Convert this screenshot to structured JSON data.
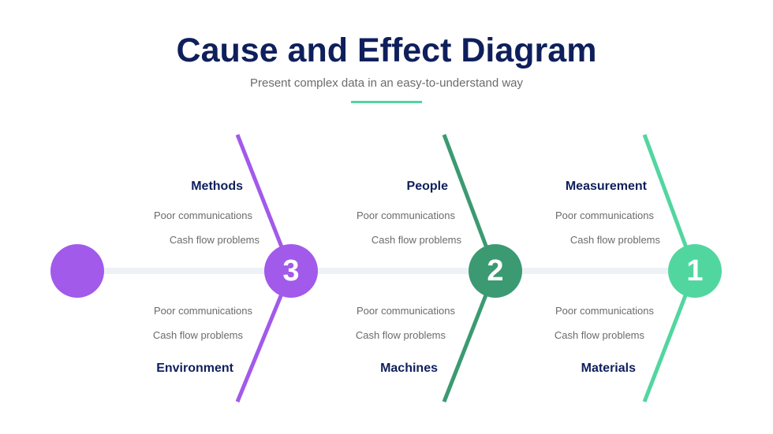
{
  "title": "Cause and Effect Diagram",
  "subtitle": "Present complex data in an easy-to-understand way",
  "colors": {
    "purple": "#a25aea",
    "green": "#3b9a72",
    "mint": "#52d6a0",
    "spine": "#eef1f5",
    "navy": "#0f1f5c"
  },
  "categories": [
    {
      "number": "3",
      "top_label": "Methods",
      "top_items": [
        "Poor communications",
        "Cash flow problems"
      ],
      "bottom_label": "Environment",
      "bottom_items": [
        "Poor communications",
        "Cash flow problems"
      ]
    },
    {
      "number": "2",
      "top_label": "People",
      "top_items": [
        "Poor communications",
        "Cash flow problems"
      ],
      "bottom_label": "Machines",
      "bottom_items": [
        "Poor communications",
        "Cash flow problems"
      ]
    },
    {
      "number": "1",
      "top_label": "Measurement",
      "top_items": [
        "Poor communications",
        "Cash flow problems"
      ],
      "bottom_label": "Materials",
      "bottom_items": [
        "Poor communications",
        "Cash flow problems"
      ]
    }
  ]
}
